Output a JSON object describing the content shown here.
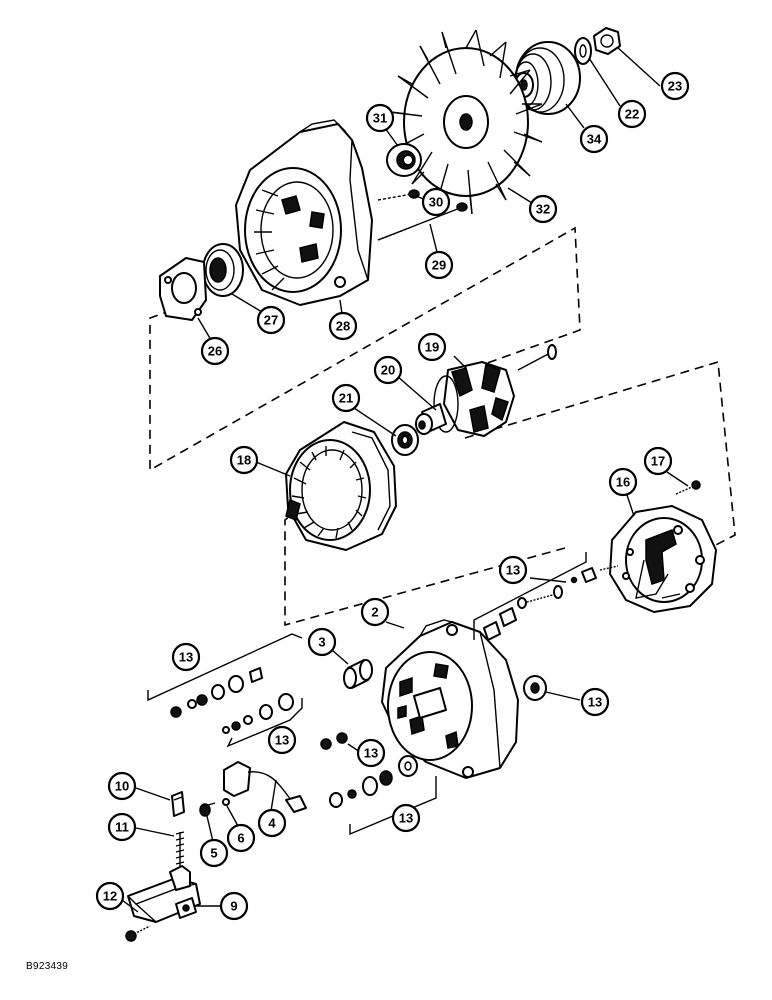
{
  "drawing_id": "B923439",
  "callouts": [
    "23",
    "22",
    "34",
    "31",
    "32",
    "30",
    "29",
    "27",
    "28",
    "26",
    "19",
    "20",
    "21",
    "18",
    "17",
    "16",
    "13",
    "2",
    "3",
    "13",
    "13",
    "13",
    "13",
    "13",
    "10",
    "11",
    "6",
    "5",
    "4",
    "12",
    "9"
  ]
}
